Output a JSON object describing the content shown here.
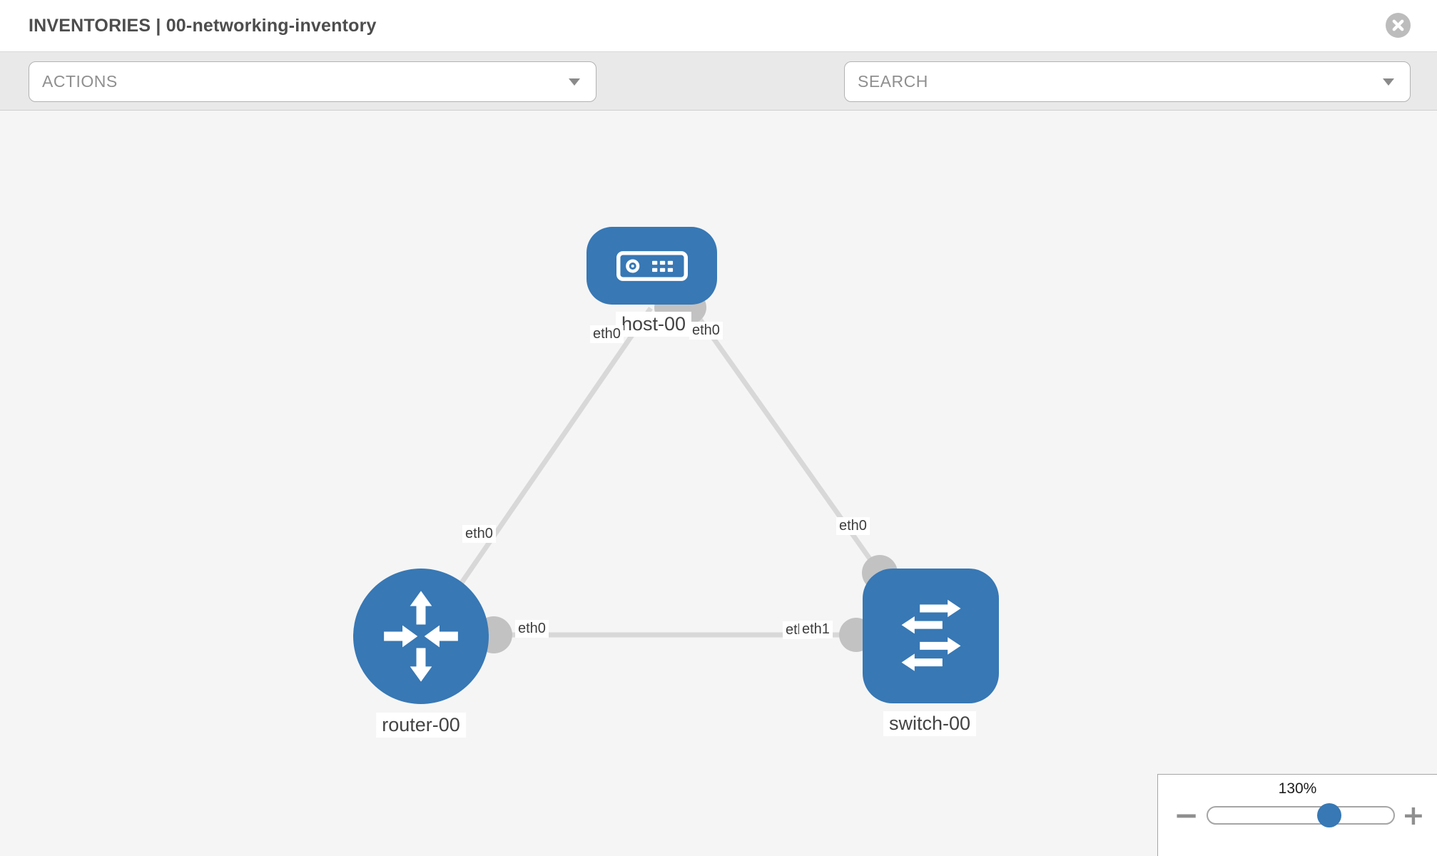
{
  "header": {
    "title": "INVENTORIES | 00-networking-inventory"
  },
  "toolbar": {
    "actions_placeholder": "ACTIONS",
    "search_placeholder": "SEARCH"
  },
  "topology": {
    "nodes": [
      {
        "name": "host-00",
        "type": "host"
      },
      {
        "name": "router-00",
        "type": "router"
      },
      {
        "name": "switch-00",
        "type": "switch"
      }
    ],
    "links": [
      {
        "source": "host-00",
        "target": "router-00",
        "source_interface": "eth0",
        "target_interface": "eth0"
      },
      {
        "source": "host-00",
        "target": "switch-00",
        "source_interface": "eth0",
        "target_interface": "eth0"
      },
      {
        "source": "router-00",
        "target": "switch-00",
        "source_interface": "eth0",
        "target_interface": "eth1",
        "target_interface_underlay": "eth0"
      }
    ]
  },
  "zoom_control": {
    "level": "130%",
    "minus": "−",
    "plus": "+"
  },
  "colors": {
    "node_blue": "#3778b5",
    "link_gray": "#d8d8d8",
    "dot_gray": "#c2c2c2",
    "canvas_bg": "#f5f5f5",
    "toolbar_bg": "#e9e9e9"
  }
}
